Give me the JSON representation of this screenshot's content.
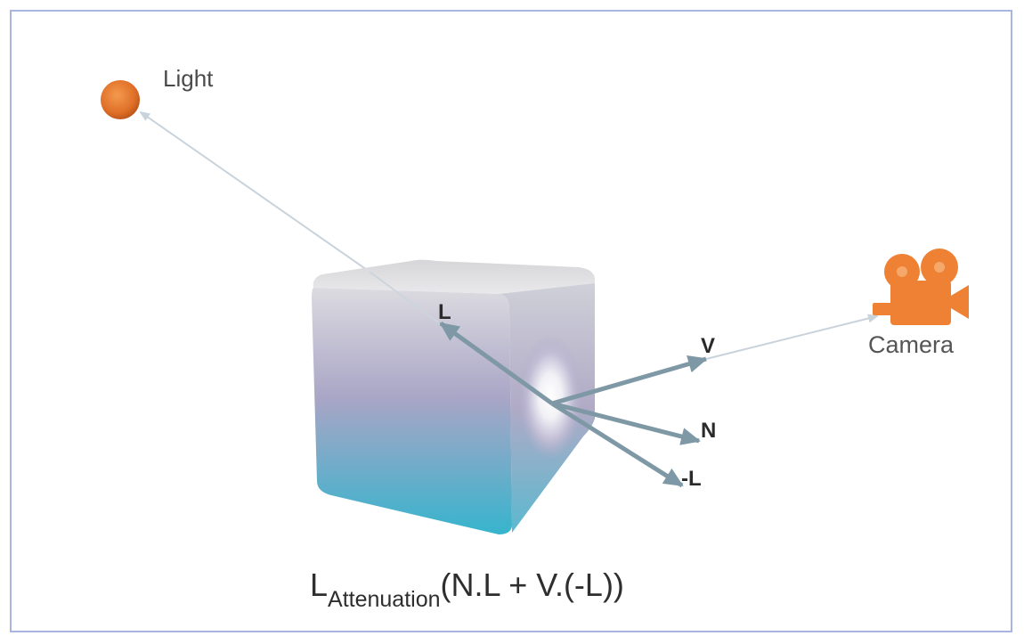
{
  "colors": {
    "border": "#a9b4e0",
    "accent_orange": "#e8782e",
    "vector_gray": "#7f98a6",
    "cube_top": "#d9d9dc",
    "cube_bottom": "#38b3cc"
  },
  "labels": {
    "light": "Light",
    "camera": "Camera",
    "vec_L": "L",
    "vec_V": "V",
    "vec_N": "N",
    "vec_negL": "-L"
  },
  "formula": {
    "base": "L",
    "subscript": "Attenuation",
    "rest": "(N.L + V.(-L))"
  },
  "icons": {
    "light": "light-sphere-icon",
    "camera": "movie-camera-icon"
  }
}
